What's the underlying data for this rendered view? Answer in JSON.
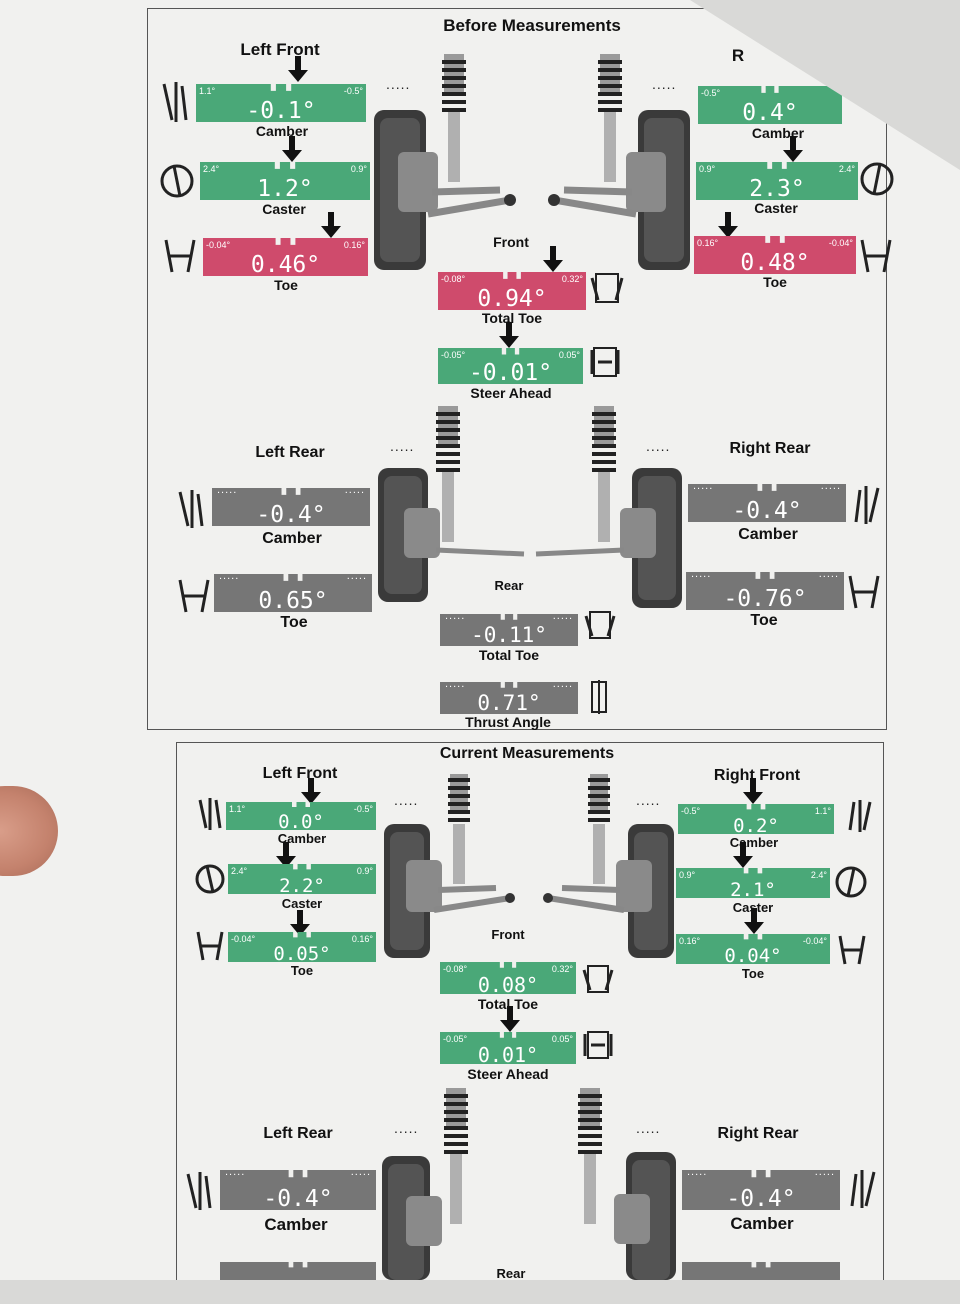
{
  "before": {
    "title": "Before Measurements",
    "front_label": "Front",
    "rear_label": "Rear",
    "left_front": {
      "title": "Left Front",
      "camber": {
        "label": "Camber",
        "value": "-0.1°",
        "min": "1.1°",
        "max": "-0.5°"
      },
      "caster": {
        "label": "Caster",
        "value": "1.2°",
        "min": "2.4°",
        "max": "0.9°"
      },
      "toe": {
        "label": "Toe",
        "value": "0.46°",
        "min": "-0.04°",
        "max": "0.16°"
      }
    },
    "right_front": {
      "title": "R",
      "camber": {
        "label": "Camber",
        "value": "0.4°",
        "min": "-0.5°"
      },
      "caster": {
        "label": "Caster",
        "value": "2.3°",
        "min": "0.9°",
        "max": "2.4°"
      },
      "toe": {
        "label": "Toe",
        "value": "0.48°",
        "min": "0.16°",
        "max": "-0.04°"
      }
    },
    "total_toe_front": {
      "label": "Total Toe",
      "value": "0.94°",
      "min": "-0.08°",
      "max": "0.32°"
    },
    "steer_ahead": {
      "label": "Steer Ahead",
      "value": "-0.01°",
      "min": "-0.05°",
      "max": "0.05°"
    },
    "left_rear": {
      "title": "Left Rear",
      "camber": {
        "label": "Camber",
        "value": "-0.4°"
      },
      "toe": {
        "label": "Toe",
        "value": "0.65°"
      }
    },
    "right_rear": {
      "title": "Right Rear",
      "camber": {
        "label": "Camber",
        "value": "-0.4°"
      },
      "toe": {
        "label": "Toe",
        "value": "-0.76°"
      }
    },
    "total_toe_rear": {
      "label": "Total Toe",
      "value": "-0.11°"
    },
    "thrust_angle": {
      "label": "Thrust Angle",
      "value": "0.71°"
    }
  },
  "current": {
    "title": "Current Measurements",
    "front_label": "Front",
    "rear_label": "Rear",
    "left_front": {
      "title": "Left Front",
      "camber": {
        "label": "Camber",
        "value": "0.0°",
        "min": "1.1°",
        "max": "-0.5°"
      },
      "caster": {
        "label": "Caster",
        "value": "2.2°",
        "min": "2.4°",
        "max": "0.9°"
      },
      "toe": {
        "label": "Toe",
        "value": "0.05°",
        "min": "-0.04°",
        "max": "0.16°"
      }
    },
    "right_front": {
      "title": "Right Front",
      "camber": {
        "label": "Camber",
        "value": "0.2°",
        "min": "-0.5°",
        "max": "1.1°"
      },
      "caster": {
        "label": "Caster",
        "value": "2.1°",
        "min": "0.9°",
        "max": "2.4°"
      },
      "toe": {
        "label": "Toe",
        "value": "0.04°",
        "min": "0.16°",
        "max": "-0.04°"
      }
    },
    "total_toe_front": {
      "label": "Total Toe",
      "value": "0.08°",
      "min": "-0.08°",
      "max": "0.32°"
    },
    "steer_ahead": {
      "label": "Steer Ahead",
      "value": "0.01°",
      "min": "-0.05°",
      "max": "0.05°"
    },
    "left_rear": {
      "title": "Left Rear",
      "camber": {
        "label": "Camber",
        "value": "-0.4°"
      }
    },
    "right_rear": {
      "title": "Right Rear",
      "camber": {
        "label": "Camber",
        "value": "-0.4°"
      }
    }
  },
  "colors": {
    "in_spec": "#4aa878",
    "out_of_spec": "#cf4b6c",
    "no_spec": "#767676"
  },
  "placeholder_dots": "....."
}
